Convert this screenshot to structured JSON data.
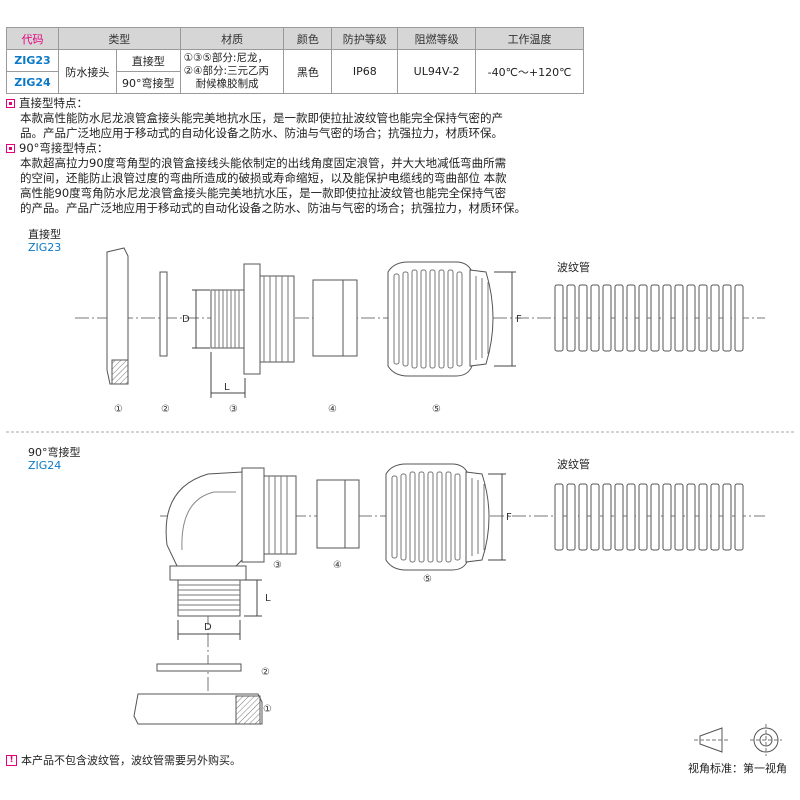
{
  "table": {
    "headers": [
      "代码",
      "类型",
      "材质",
      "颜色",
      "防护等级",
      "阻燃等级",
      "工作温度"
    ],
    "rows": [
      {
        "code": "ZIG23",
        "type_sub": "直接型"
      },
      {
        "code": "ZIG24",
        "type_sub": "90°弯接型"
      }
    ],
    "type_main": "防水接头",
    "material_line1": "①③⑤部分:尼龙，",
    "material_line2": "②④部分:三元乙丙",
    "material_line3": "耐候橡胶制成",
    "color": "黑色",
    "protection": "IP68",
    "flame": "UL94V-2",
    "temperature": "-40℃～+120℃"
  },
  "sections": {
    "straight_title": "直接型特点：",
    "straight_text_1": "本款高性能防水尼龙浪管盒接头能完美地抗水压，是一款即使拉扯波纹管也能完全保持气密的产",
    "straight_text_2": "品。产品广泛地应用于移动式的自动化设备之防水、防油与气密的场合；抗强拉力，材质环保。",
    "elbow_title": "90°弯接型特点：",
    "elbow_text_1": "本款超高拉力90度弯角型的浪管盒接线头能依制定的出线角度固定浪管，并大大地减低弯曲所需",
    "elbow_text_2": "的空间，还能防止浪管过度的弯曲所造成的破损或寿命缩短，以及能保护电缆线的弯曲部位 本款",
    "elbow_text_3": "高性能90度弯角防水尼龙浪管盒接头能完美地抗水压，是一款即使拉扯波纹管也能完全保持气密",
    "elbow_text_4": "的产品。产品广泛地应用于移动式的自动化设备之防水、防油与气密的场合；抗强拉力，材质环保。"
  },
  "diagram1": {
    "title": "直接型",
    "code": "ZIG23",
    "hose_label": "波纹管",
    "dim_d": "D",
    "dim_l": "L",
    "dim_f": "F",
    "parts": [
      "①",
      "②",
      "③",
      "④",
      "⑤"
    ]
  },
  "diagram2": {
    "title": "90°弯接型",
    "code": "ZIG24",
    "hose_label": "波纹管",
    "dim_d": "D",
    "dim_l": "L",
    "dim_f": "F",
    "parts": [
      "①",
      "②",
      "③",
      "④",
      "⑤"
    ]
  },
  "footnote": "本产品不包含波纹管，波纹管需要另外购买。",
  "view_standard": "视角标准：第一视角",
  "colors": {
    "accent": "#e4007f",
    "code_blue": "#0b79c8",
    "line": "#555555",
    "fill": "#ffffff"
  }
}
